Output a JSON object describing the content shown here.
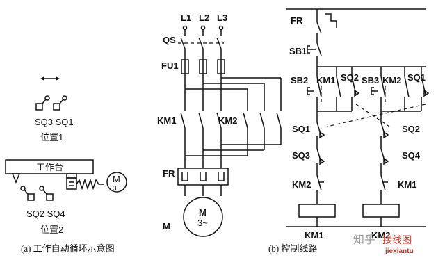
{
  "left_panel": {
    "switches_top": "SQ3 SQ1",
    "position1": "位置1",
    "table_label": "工作台",
    "motor_label": "M",
    "motor_sub": "3~",
    "switches_bottom": "SQ2  SQ4",
    "position2": "位置2",
    "caption": "(a) 工作自动循环示意图"
  },
  "main_circuit": {
    "phases": [
      "L1",
      "L2",
      "L3"
    ],
    "qs": "QS",
    "fu": "FU1",
    "km1": "KM1",
    "km2": "KM2",
    "fr": "FR",
    "motor_side": "M",
    "motor_label": "M",
    "motor_sub": "3~",
    "caption": "(b) 控制线路"
  },
  "control_circuit": {
    "fr": "FR",
    "sb1": "SB1",
    "sb2": "SB2",
    "km1_contact": "KM1",
    "sq2_top": "SQ2",
    "sb3": "SB3",
    "km2_contact": "KM2",
    "sq1_top": "SQ1",
    "sq1": "SQ1",
    "sq3": "SQ3",
    "km2_interlock": "KM2",
    "sq2": "SQ2",
    "sq4": "SQ4",
    "km1_interlock": "KM1",
    "coil1": "KM1",
    "coil2": "KM2"
  },
  "watermark": {
    "text": "知乎",
    "site": "接线图",
    "domain": "jiexiantu"
  }
}
